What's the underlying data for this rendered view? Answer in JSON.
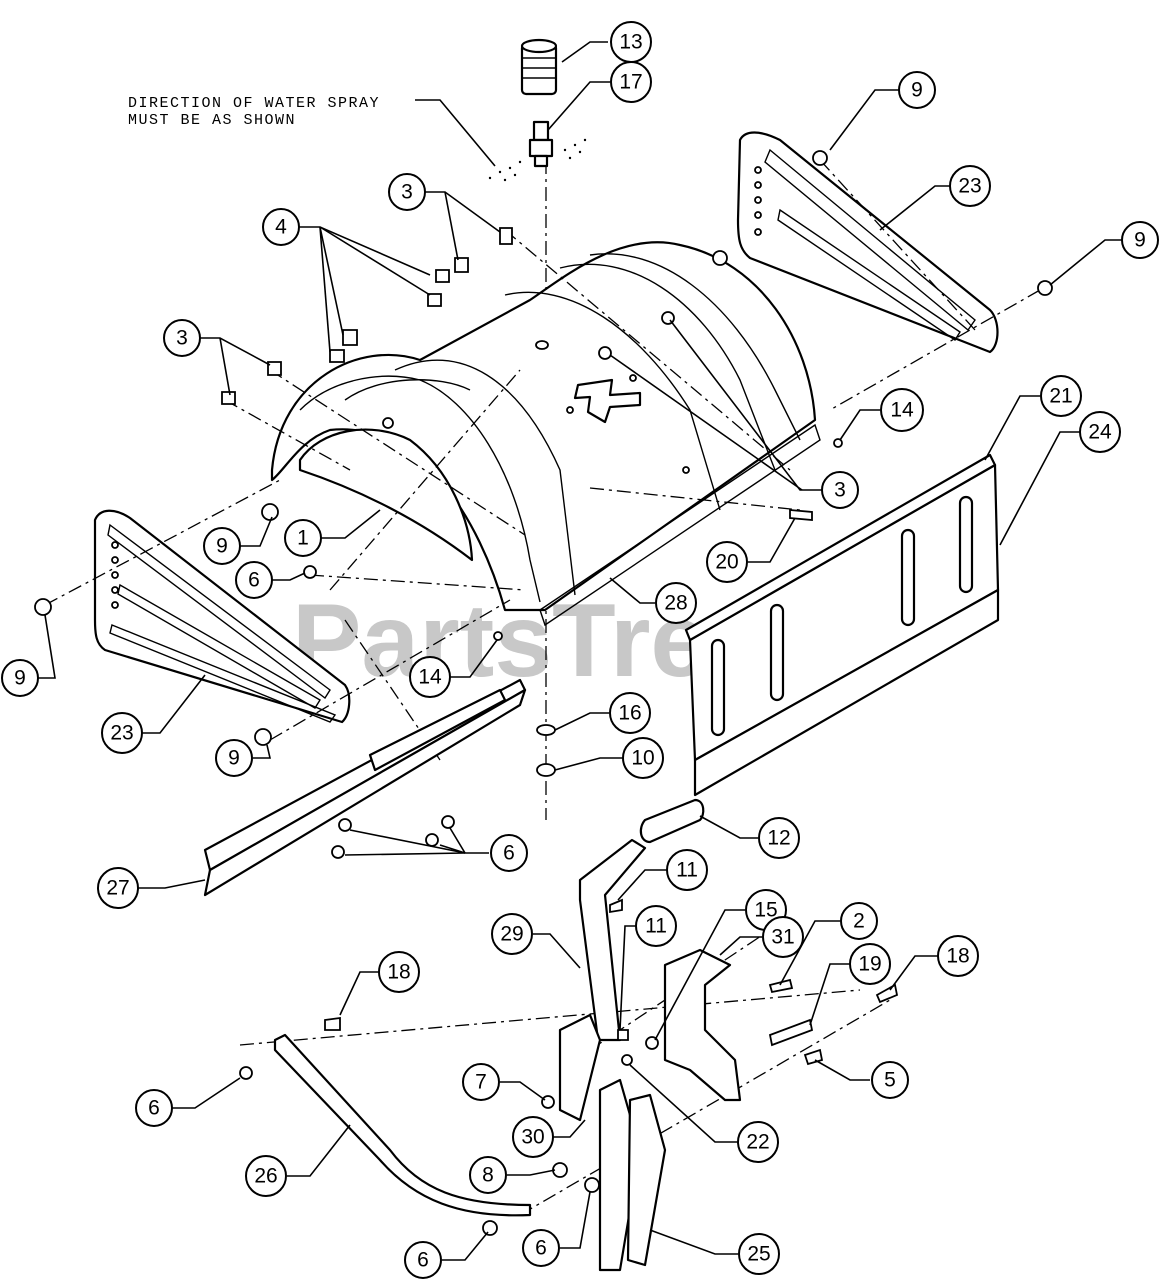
{
  "note": {
    "line1": "DIRECTION OF WATER SPRAY",
    "line2": "MUST BE AS SHOWN"
  },
  "watermark": {
    "text": "PartsTree",
    "trademark": "™"
  },
  "callouts": [
    {
      "label": "13"
    },
    {
      "label": "17"
    },
    {
      "label": "9"
    },
    {
      "label": "3"
    },
    {
      "label": "23"
    },
    {
      "label": "4"
    },
    {
      "label": "9"
    },
    {
      "label": "3"
    },
    {
      "label": "14"
    },
    {
      "label": "21"
    },
    {
      "label": "24"
    },
    {
      "label": "3"
    },
    {
      "label": "9"
    },
    {
      "label": "1"
    },
    {
      "label": "20"
    },
    {
      "label": "6"
    },
    {
      "label": "28"
    },
    {
      "label": "9"
    },
    {
      "label": "14"
    },
    {
      "label": "23"
    },
    {
      "label": "16"
    },
    {
      "label": "10"
    },
    {
      "label": "9"
    },
    {
      "label": "6"
    },
    {
      "label": "12"
    },
    {
      "label": "27"
    },
    {
      "label": "11"
    },
    {
      "label": "15"
    },
    {
      "label": "29"
    },
    {
      "label": "11"
    },
    {
      "label": "31"
    },
    {
      "label": "2"
    },
    {
      "label": "18"
    },
    {
      "label": "19"
    },
    {
      "label": "18"
    },
    {
      "label": "5"
    },
    {
      "label": "7"
    },
    {
      "label": "6"
    },
    {
      "label": "30"
    },
    {
      "label": "22"
    },
    {
      "label": "26"
    },
    {
      "label": "8"
    },
    {
      "label": "6"
    },
    {
      "label": "6"
    },
    {
      "label": "25"
    }
  ]
}
